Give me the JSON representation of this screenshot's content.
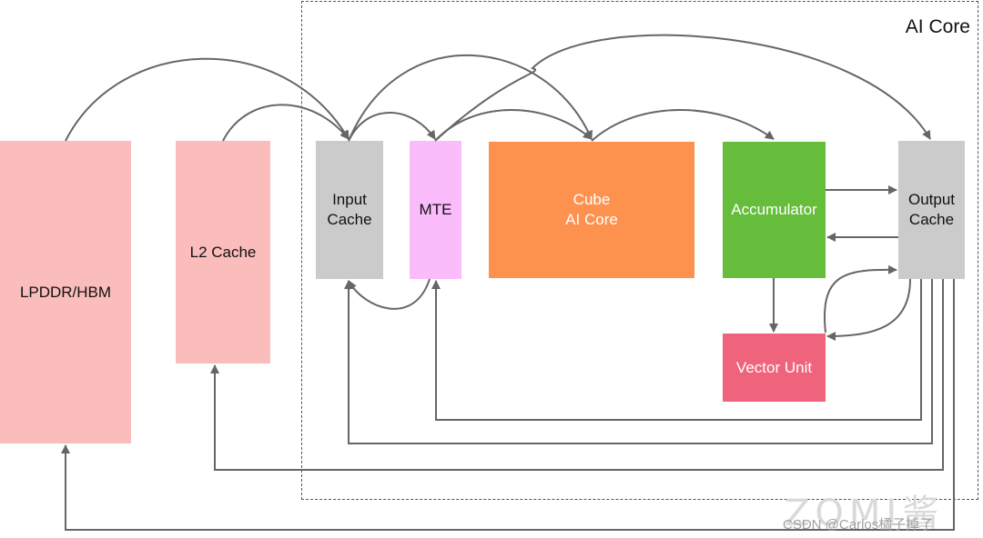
{
  "core_region": {
    "label": "AI Core"
  },
  "blocks": {
    "lpddr": "LPDDR/HBM",
    "l2": "L2 Cache",
    "input_cache": "Input\nCache",
    "mte": "MTE",
    "cube": "Cube\nAI Core",
    "accumulator": "Accumulator",
    "output_cache": "Output\nCache",
    "vector_unit": "Vector Unit"
  },
  "colors": {
    "memory": "#fbbcbc",
    "cache": "#cbcbcb",
    "mte": "#fbbcfb",
    "cube": "#fd924f",
    "accumulator": "#66bd3b",
    "vector": "#f0637d",
    "arrow": "#666666"
  },
  "watermark": {
    "logo": "ZOMI酱",
    "credit": "CSDN @Carlos橘子掉了"
  }
}
